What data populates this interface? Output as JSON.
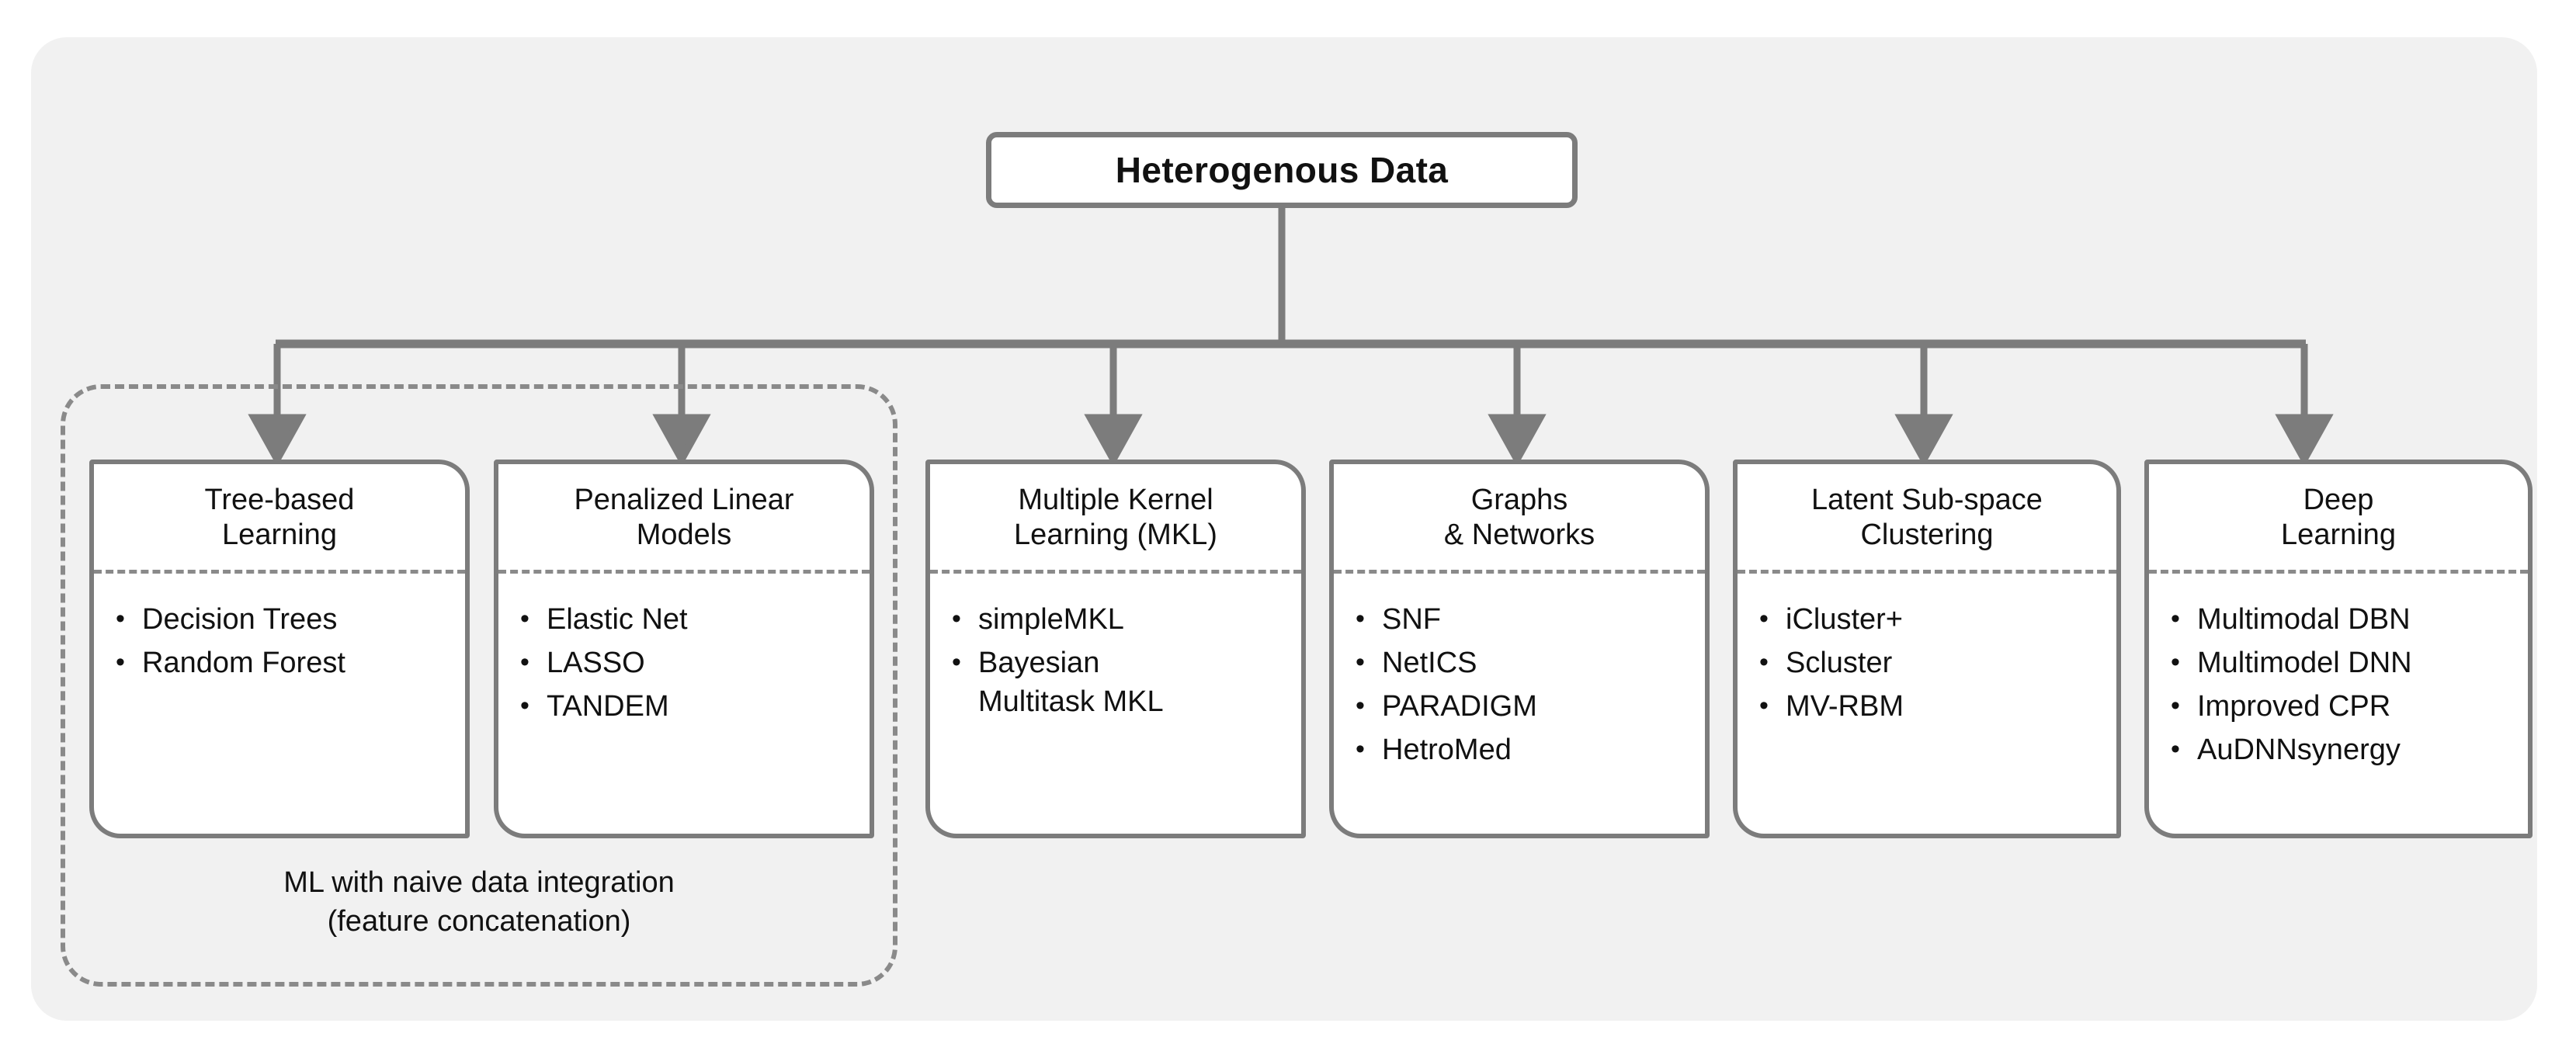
{
  "diagram": {
    "root": {
      "label": "Heterogenous Data"
    },
    "group": {
      "caption_line1": "ML with naive data integration",
      "caption_line2": "(feature concatenation)",
      "member_indices": [
        0,
        1
      ]
    },
    "colors": {
      "panel_background": "#f1f1f1",
      "card_background": "#ffffff",
      "border_gray": "#7c7c7c",
      "dashed_gray": "#8a8a8a",
      "text": "#111111"
    },
    "categories": [
      {
        "title_line1": "Tree-based",
        "title_line2": "Learning",
        "items": [
          "Decision Trees",
          "Random Forest"
        ]
      },
      {
        "title_line1": "Penalized Linear",
        "title_line2": "Models",
        "items": [
          "Elastic Net",
          "LASSO",
          "TANDEM"
        ]
      },
      {
        "title_line1": "Multiple Kernel",
        "title_line2": "Learning (MKL)",
        "items": [
          "simpleMKL",
          "Bayesian",
          "Multitask MKL"
        ]
      },
      {
        "title_line1": "Graphs",
        "title_line2": "& Networks",
        "items": [
          "SNF",
          "NetICS",
          "PARADIGM",
          "HetroMed"
        ]
      },
      {
        "title_line1": "Latent Sub-space",
        "title_line2": "Clustering",
        "items": [
          "iCluster+",
          "Scluster",
          "MV-RBM"
        ]
      },
      {
        "title_line1": "Deep",
        "title_line2": "Learning",
        "items": [
          "Multimodal DBN",
          "Multimodel DNN",
          "Improved CPR",
          "AuDNNsynergy"
        ]
      }
    ]
  }
}
